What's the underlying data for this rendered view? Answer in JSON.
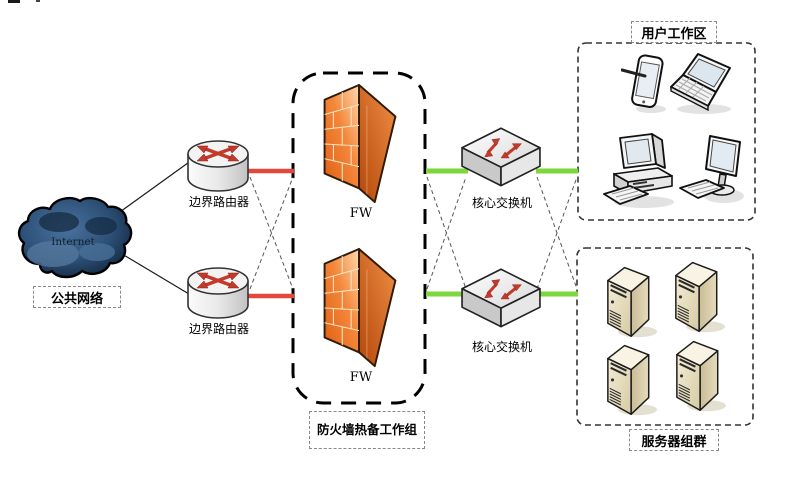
{
  "diagram": {
    "type": "network-topology",
    "labels": {
      "internet": "Internet",
      "public_network": "公共网络",
      "border_router": "边界路由器",
      "fw": "FW",
      "firewall_group": "防火墙热备工作组",
      "core_switch": "核心交换机",
      "user_area": "用户工作区",
      "server_cluster": "服务器组群"
    },
    "colors": {
      "red_link": "#e2493d",
      "green_link": "#7cd63d",
      "firewall_orange": "#f0822e",
      "cloud_blue": "#2c4f76",
      "arrow_red": "#c33a2c",
      "server_tan": "#e9dfc2",
      "dashed_group_border": "#000000",
      "dashed_area_border": "#333333",
      "cross_link_dashed": "#555555"
    },
    "icons": {
      "cloud": "internet-cloud-icon",
      "router": "border-router-icon",
      "firewall": "firewall-brick-wall-icon",
      "switch": "core-switch-icon",
      "pda": "pda-stylus-icon",
      "laptop": "laptop-icon",
      "desktop": "desktop-pc-icon",
      "thin_client": "lcd-monitor-keyboard-icon",
      "server": "server-tower-icon"
    },
    "groups": {
      "firewall_group_nodes": [
        "FW",
        "FW"
      ],
      "router_count": 2,
      "switch_count": 2,
      "server_count": 4,
      "user_device_count": 4
    }
  }
}
